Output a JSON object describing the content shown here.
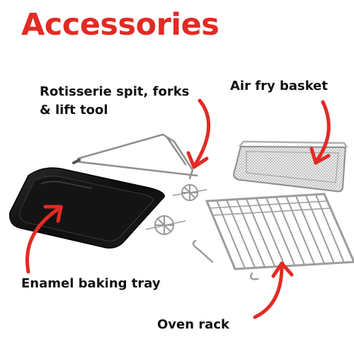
{
  "title": "Accessories",
  "labels": {
    "rotisserie": {
      "line1": "Rotisserie spit, forks",
      "line2": "& lift tool"
    },
    "basket": "Air fry basket",
    "tray": "Enamel baking tray",
    "rack": "Oven rack"
  },
  "colors": {
    "accent": "#e32a24",
    "tray": "#0f0f10",
    "metal": "#9a9a9a"
  }
}
